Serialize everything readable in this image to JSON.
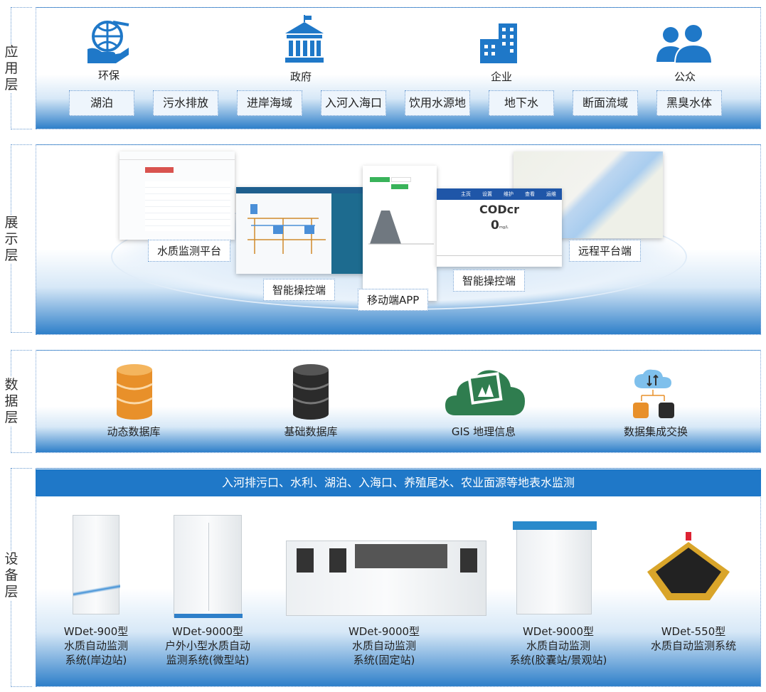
{
  "layers": {
    "application": "应用层",
    "display": "展示层",
    "data": "数据层",
    "device": "设备层"
  },
  "application": {
    "users": [
      {
        "label": "环保",
        "icon": "globe-hand-icon"
      },
      {
        "label": "政府",
        "icon": "government-building-icon"
      },
      {
        "label": "企业",
        "icon": "office-building-icon"
      },
      {
        "label": "公众",
        "icon": "people-icon"
      }
    ],
    "tags": [
      "湖泊",
      "污水排放",
      "进岸海域",
      "入河入海口",
      "饮用水源地",
      "地下水",
      "断面流域",
      "黑臭水体"
    ]
  },
  "display": {
    "platforms": [
      "水质监测平台",
      "智能操控端",
      "移动端APP",
      "智能操控端",
      "远程平台端"
    ],
    "control_screen": {
      "nav": [
        "主页",
        "设置",
        "维护",
        "查看",
        "运维"
      ],
      "parameter": "CODcr",
      "value": "0",
      "unit": "mg/L"
    }
  },
  "data": {
    "items": [
      {
        "label": "动态数据库",
        "icon": "database-orange-icon"
      },
      {
        "label": "基础数据库",
        "icon": "database-black-icon"
      },
      {
        "label": "GIS 地理信息",
        "icon": "gis-map-cloud-icon"
      },
      {
        "label": "数据集成交换",
        "icon": "data-exchange-icon"
      }
    ]
  },
  "device": {
    "banner": "入河排污口、水利、湖泊、入海口、养殖尾水、农业面源等地表水监测",
    "items": [
      {
        "lines": [
          "WDet-900型",
          "水质自动监测",
          "系统(岸边站)"
        ]
      },
      {
        "lines": [
          "WDet-9000型",
          "户外小型水质自动",
          "监测系统(微型站)"
        ]
      },
      {
        "lines": [
          "WDet-9000型",
          "水质自动监测",
          "系统(固定站)"
        ]
      },
      {
        "lines": [
          "WDet-9000型",
          "水质自动监测",
          "系统(胶囊站/景观站)"
        ]
      },
      {
        "lines": [
          "WDet-550型",
          "水质自动监测系统"
        ]
      }
    ]
  },
  "colors": {
    "accent": "#1f78c8",
    "orange": "#e8902a",
    "dark": "#2b2b2b",
    "green": "#2f7d4f"
  }
}
